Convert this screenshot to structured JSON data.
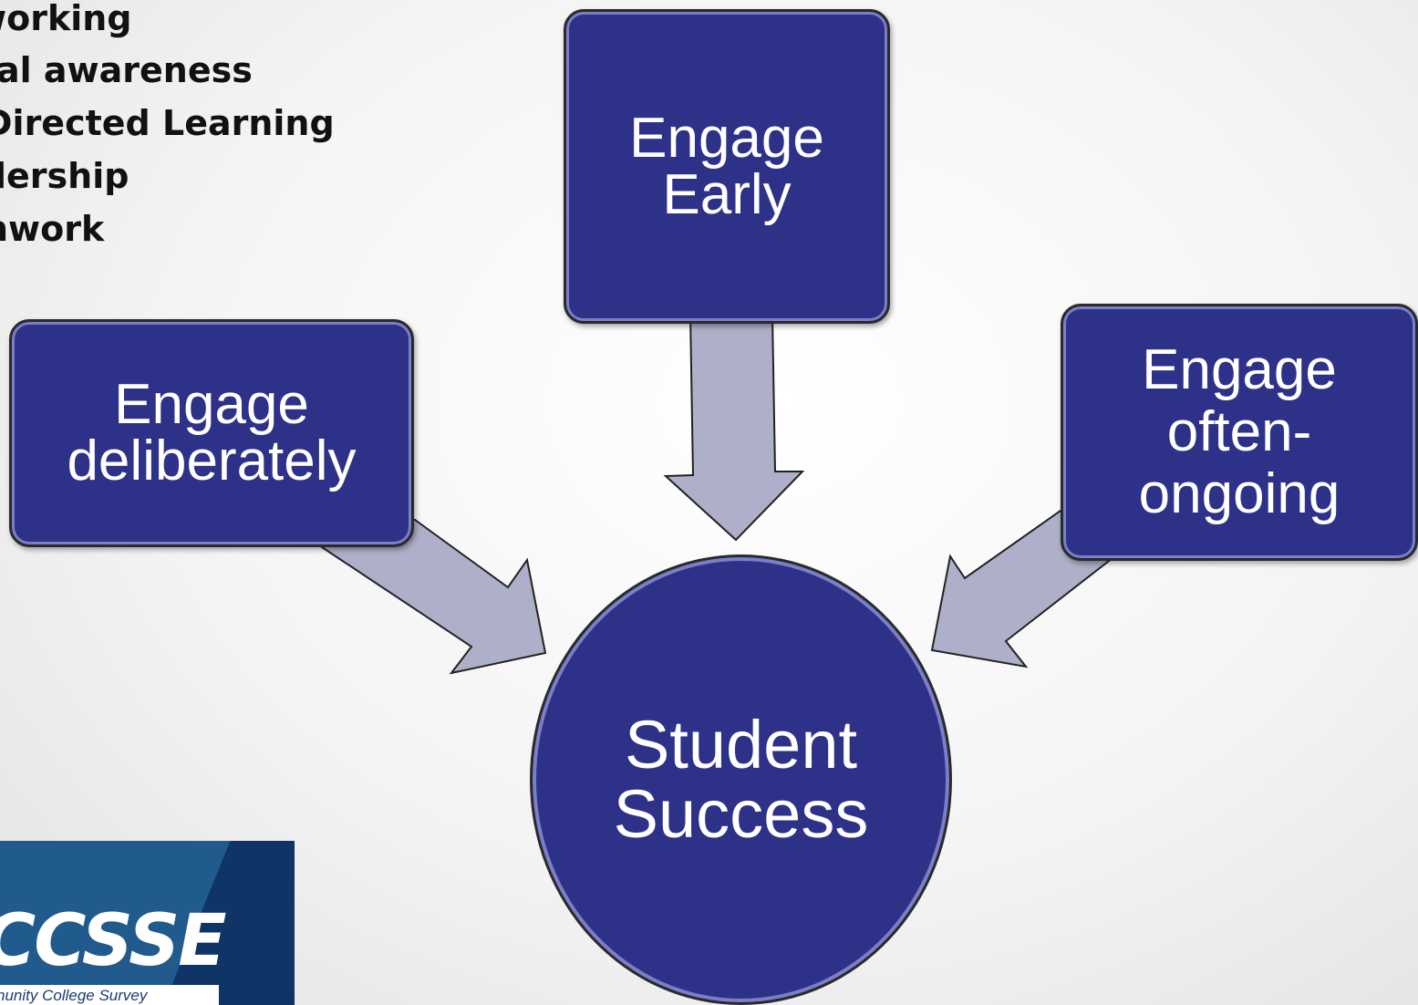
{
  "bullets": [
    "working",
    "al awareness",
    "Directed Learning",
    "lership",
    "nwork"
  ],
  "boxes": {
    "top": "Engage\nEarly",
    "left": "Engage\ndeliberately",
    "right": "Engage\noften-\nongoing"
  },
  "center": "Student\nSuccess",
  "logo": {
    "title": "CCSSE",
    "subtitle": "nunity College Survey"
  },
  "colors": {
    "shape_fill": "#2e3188",
    "arrow_fill": "#adb0c8",
    "logo_blue": "#215a8c"
  }
}
